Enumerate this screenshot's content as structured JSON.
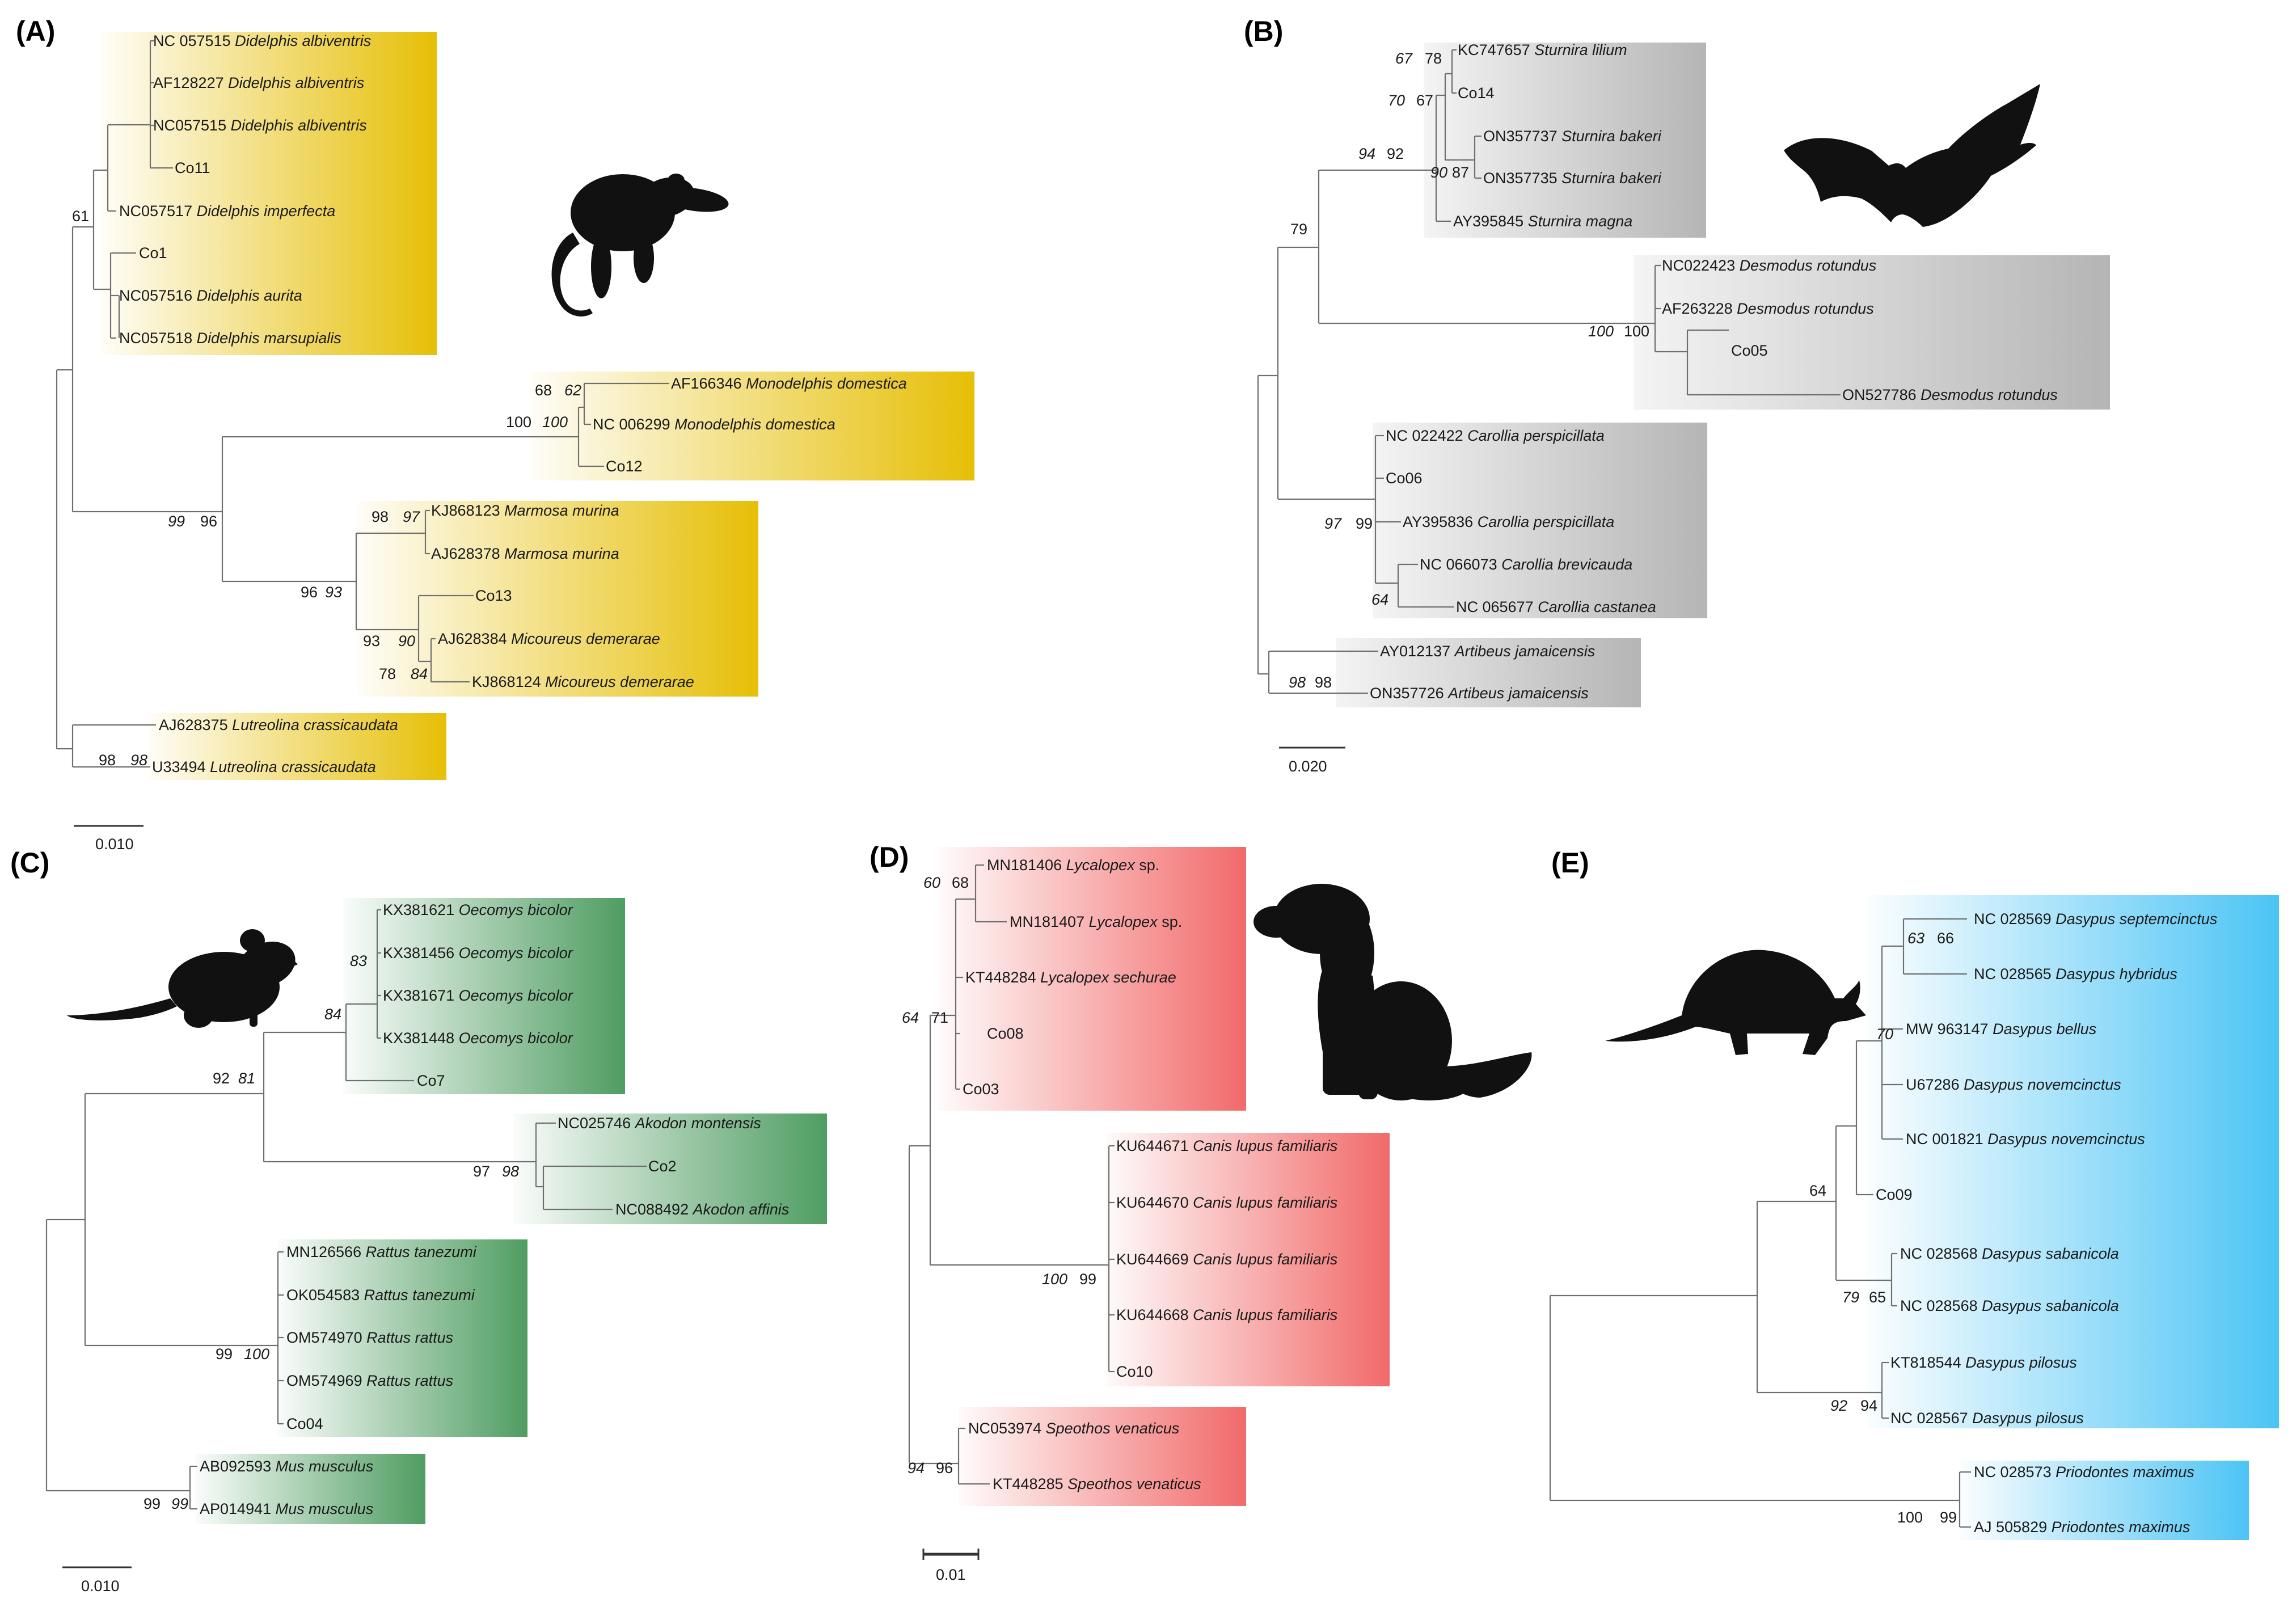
{
  "colors": {
    "opossum": "#e6bf06",
    "bat": "#b5b5b5",
    "rodent": "#4f9d62",
    "canid": "#f26a6a",
    "armadillo": "#4cc4f5",
    "silhouette": "#111111",
    "branch": "#6f6f6f"
  },
  "icons": [
    "opossum-silhouette",
    "bat-silhouette",
    "rat-silhouette",
    "dog-silhouette",
    "armadillo-silhouette"
  ],
  "panels": {
    "A": {
      "title": "(A)",
      "scale_label": "0.010",
      "leaves": [
        {
          "acc": "NC 057515",
          "sp": "Didelphis albiventris"
        },
        {
          "acc": "AF128227",
          "sp": "Didelphis albiventris"
        },
        {
          "acc": "NC057515",
          "sp": "Didelphis albiventris"
        },
        {
          "acc": "Co11",
          "sp": ""
        },
        {
          "acc": "NC057517",
          "sp": "Didelphis imperfecta"
        },
        {
          "acc": "Co1",
          "sp": ""
        },
        {
          "acc": "NC057516",
          "sp": "Didelphis aurita"
        },
        {
          "acc": "NC057518",
          "sp": "Didelphis marsupialis"
        },
        {
          "acc": "AF166346",
          "sp": "Monodelphis domestica"
        },
        {
          "acc": "NC 006299",
          "sp": "Monodelphis domestica"
        },
        {
          "acc": "Co12",
          "sp": ""
        },
        {
          "acc": "KJ868123",
          "sp": "Marmosa murina"
        },
        {
          "acc": "AJ628378",
          "sp": "Marmosa murina"
        },
        {
          "acc": "Co13",
          "sp": ""
        },
        {
          "acc": "AJ628384",
          "sp": "Micoureus demerarae"
        },
        {
          "acc": "KJ868124",
          "sp": "Micoureus demerarae"
        },
        {
          "acc": "AJ628375",
          "sp": "Lutreolina crassicaudata"
        },
        {
          "acc": "U33494",
          "sp": "Lutreolina crassicaudata"
        }
      ],
      "support": [
        "61",
        "68",
        "62",
        "100",
        "100",
        "99",
        "96",
        "98",
        "97",
        "96",
        "93",
        "93",
        "90",
        "78",
        "84",
        "98",
        "98"
      ]
    },
    "B": {
      "title": "(B)",
      "scale_label": "0.020",
      "leaves": [
        {
          "acc": "KC747657",
          "sp": "Sturnira lilium"
        },
        {
          "acc": "Co14",
          "sp": ""
        },
        {
          "acc": "ON357737",
          "sp": "Sturnira bakeri"
        },
        {
          "acc": "ON357735",
          "sp": "Sturnira bakeri"
        },
        {
          "acc": "AY395845",
          "sp": "Sturnira magna"
        },
        {
          "acc": "NC022423",
          "sp": "Desmodus rotundus"
        },
        {
          "acc": "AF263228",
          "sp": "Desmodus rotundus"
        },
        {
          "acc": "Co05",
          "sp": ""
        },
        {
          "acc": "ON527786",
          "sp": "Desmodus rotundus"
        },
        {
          "acc": "NC 022422",
          "sp": "Carollia perspicillata"
        },
        {
          "acc": "Co06",
          "sp": ""
        },
        {
          "acc": "AY395836",
          "sp": "Carollia perspicillata"
        },
        {
          "acc": "NC 066073",
          "sp": "Carollia brevicauda"
        },
        {
          "acc": "NC 065677",
          "sp": "Carollia castanea"
        },
        {
          "acc": "AY012137",
          "sp": "Artibeus jamaicensis"
        },
        {
          "acc": "ON357726",
          "sp": "Artibeus jamaicensis"
        }
      ],
      "support": [
        "67",
        "78",
        "70",
        "67",
        "94",
        "92",
        "90",
        "87",
        "79",
        "100",
        "100",
        "97",
        "99",
        "64",
        "98",
        "98"
      ]
    },
    "C": {
      "title": "(C)",
      "scale_label": "0.010",
      "leaves": [
        {
          "acc": "KX381621",
          "sp": "Oecomys bicolor"
        },
        {
          "acc": "KX381456",
          "sp": "Oecomys bicolor"
        },
        {
          "acc": "KX381671",
          "sp": "Oecomys bicolor"
        },
        {
          "acc": "KX381448",
          "sp": "Oecomys bicolor"
        },
        {
          "acc": "Co7",
          "sp": ""
        },
        {
          "acc": "NC025746",
          "sp": "Akodon montensis"
        },
        {
          "acc": "Co2",
          "sp": ""
        },
        {
          "acc": "NC088492",
          "sp": "Akodon affinis"
        },
        {
          "acc": "MN126566",
          "sp": "Rattus tanezumi"
        },
        {
          "acc": "OK054583",
          "sp": "Rattus tanezumi"
        },
        {
          "acc": "OM574970",
          "sp": "Rattus rattus"
        },
        {
          "acc": "OM574969",
          "sp": "Rattus rattus"
        },
        {
          "acc": "Co04",
          "sp": ""
        },
        {
          "acc": "AB092593",
          "sp": "Mus musculus"
        },
        {
          "acc": "AP014941",
          "sp": "Mus musculus"
        }
      ],
      "support": [
        "83",
        "84",
        "92",
        "81",
        "97",
        "98",
        "99",
        "100",
        "99",
        "99"
      ]
    },
    "D": {
      "title": "(D)",
      "scale_label": "0.01",
      "leaves": [
        {
          "acc": "MN181406",
          "sp": "Lycalopex",
          "suffix": "sp."
        },
        {
          "acc": "MN181407",
          "sp": "Lycalopex",
          "suffix": "sp."
        },
        {
          "acc": "KT448284",
          "sp": "Lycalopex sechurae",
          "suffix": ""
        },
        {
          "acc": "Co08",
          "sp": "",
          "suffix": ""
        },
        {
          "acc": "Co03",
          "sp": "",
          "suffix": ""
        },
        {
          "acc": "KU644671",
          "sp": "Canis lupus familiaris",
          "suffix": ""
        },
        {
          "acc": "KU644670",
          "sp": "Canis lupus familiaris",
          "suffix": ""
        },
        {
          "acc": "KU644669",
          "sp": "Canis lupus familiaris",
          "suffix": ""
        },
        {
          "acc": "KU644668",
          "sp": "Canis lupus familiaris",
          "suffix": ""
        },
        {
          "acc": "Co10",
          "sp": "",
          "suffix": ""
        },
        {
          "acc": "NC053974",
          "sp": "Speothos venaticus",
          "suffix": ""
        },
        {
          "acc": "KT448285",
          "sp": "Speothos venaticus",
          "suffix": ""
        }
      ],
      "support": [
        "60",
        "68",
        "64",
        "71",
        "100",
        "99",
        "94",
        "96"
      ]
    },
    "E": {
      "title": "(E)",
      "leaves": [
        {
          "acc": "NC 028569",
          "sp": "Dasypus septemcinctus"
        },
        {
          "acc": "NC 028565",
          "sp": "Dasypus hybridus"
        },
        {
          "acc": "MW 963147",
          "sp": "Dasypus bellus"
        },
        {
          "acc": "U67286",
          "sp": "Dasypus novemcinctus"
        },
        {
          "acc": "NC 001821",
          "sp": "Dasypus novemcinctus"
        },
        {
          "acc": "Co09",
          "sp": ""
        },
        {
          "acc": "NC 028568",
          "sp": "Dasypus sabanicola"
        },
        {
          "acc": "NC 028568",
          "sp": "Dasypus sabanicola"
        },
        {
          "acc": "KT818544",
          "sp": "Dasypus pilosus"
        },
        {
          "acc": "NC 028567",
          "sp": "Dasypus pilosus"
        },
        {
          "acc": "NC 028573",
          "sp": "Priodontes maximus"
        },
        {
          "acc": "AJ 505829",
          "sp": "Priodontes maximus"
        }
      ],
      "support": [
        "63",
        "66",
        "70",
        "64",
        "79",
        "65",
        "92",
        "94",
        "100",
        "99"
      ]
    }
  }
}
